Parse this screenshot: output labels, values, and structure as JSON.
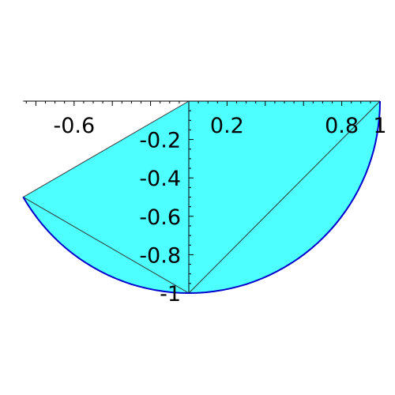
{
  "chart_data": {
    "type": "area",
    "xlim": [
      -0.866,
      1
    ],
    "ylim": [
      -1,
      0
    ],
    "x_ticks": [
      {
        "value": -0.6,
        "label": "-0.6"
      },
      {
        "value": 0.2,
        "label": "0.2"
      },
      {
        "value": 0.8,
        "label": "0.8"
      },
      {
        "value": 1,
        "label": "1"
      }
    ],
    "y_ticks": [
      {
        "value": -0.2,
        "label": "-0.2"
      },
      {
        "value": -0.4,
        "label": "-0.4"
      },
      {
        "value": -0.6,
        "label": "-0.6"
      },
      {
        "value": -0.8,
        "label": "-0.8"
      },
      {
        "value": -1,
        "label": "-1"
      }
    ],
    "series": [
      {
        "kind": "arc",
        "from_angle_deg": 210,
        "to_angle_deg": 360,
        "radius": 1,
        "center": [
          0,
          0
        ]
      }
    ],
    "fill_vertices": [
      [
        0,
        0
      ],
      [
        -0.866,
        -0.5
      ],
      [
        0,
        -1
      ],
      [
        1,
        0
      ]
    ],
    "grid": false,
    "colors": {
      "fill": "#4dffff",
      "curve": "#0000cd",
      "edge": "#333333",
      "axis": "#000000"
    }
  }
}
